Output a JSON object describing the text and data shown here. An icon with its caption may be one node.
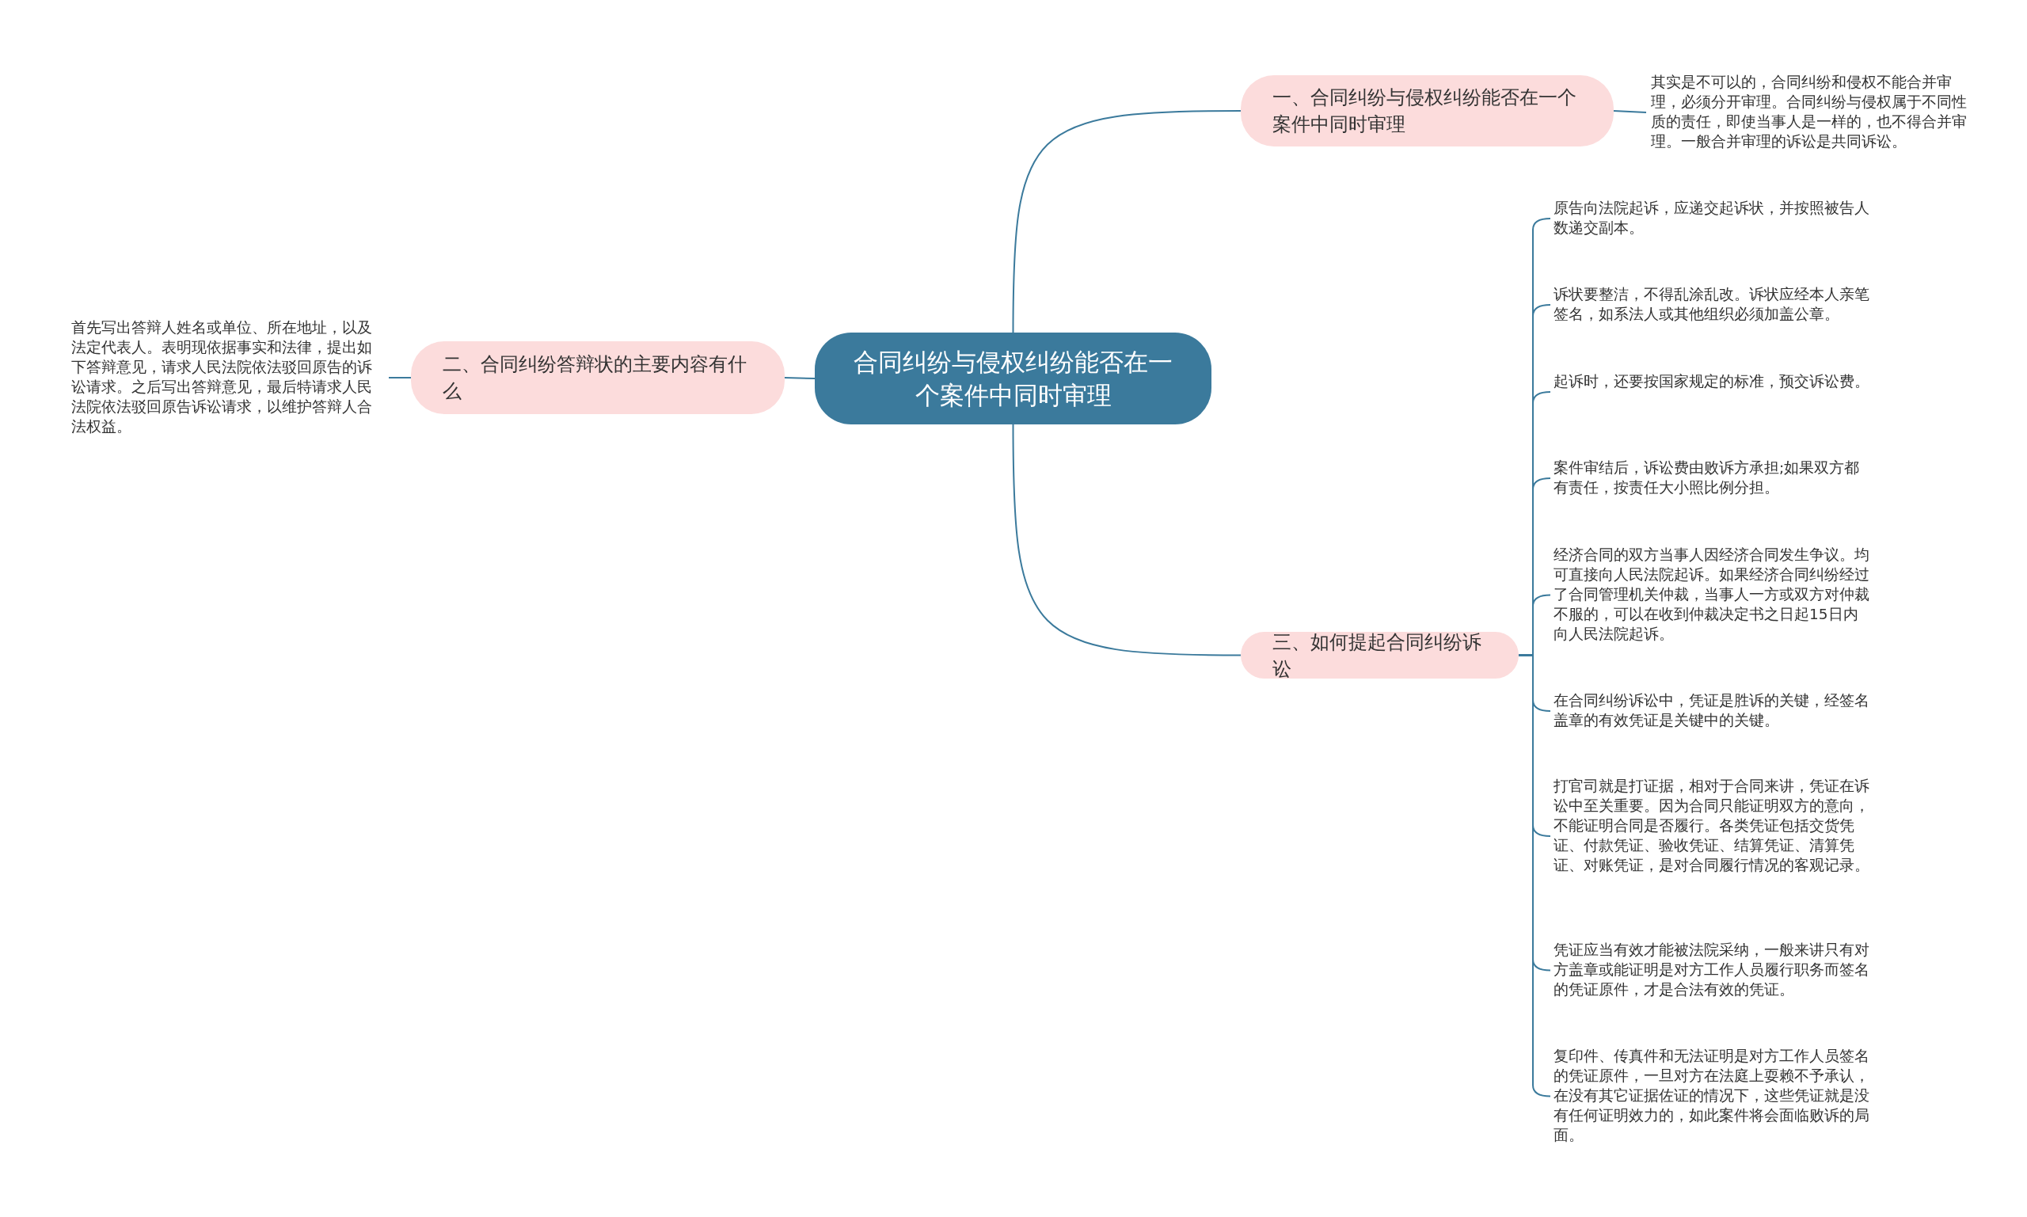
{
  "diagram": {
    "nodes": [
      {
        "text": [
          "合同纠纷与侵权纠纷能否在一个案件中同时审理"
        ]
      },
      {
        "text": [
          "一、合同纠纷与侵权纠纷能否在一个案件中同时审理"
        ]
      },
      {
        "text": [
          "其实是不可以的，合同纠纷和侵权不能合并审理，必须分开审理。合同纠纷与侵权属于不同性质的责任，即使当事人是一样的，也不得合并审理。一般合并审理的诉讼是共同诉讼。"
        ]
      },
      {
        "text": [
          "二、合同纠纷答辩状的主要内容有什么"
        ]
      },
      {
        "text": [
          "首先写出答辩人姓名或单位、所在地址，以及法定代表人。表明现依据事实和法律，提出如下答辩意见，请求人民法院依法驳回原告的诉讼请求。之后写出答辩意见，最后特请求人民法院依法驳回原告诉讼请求，以维护答辩人合法权益。"
        ]
      },
      {
        "text": [
          "三、如何提起合同纠纷诉讼"
        ]
      },
      {
        "text": [
          "原告向法院起诉，应递交起诉状，并按照被告人数递交副本。"
        ]
      },
      {
        "text": [
          "诉状要整洁，不得乱涂乱改。诉状应经本人亲笔签名，如系法人或其他组织必须加盖公章。"
        ]
      },
      {
        "text": [
          "起诉时，还要按国家规定的标准，预交诉讼费。"
        ]
      },
      {
        "text": [
          "案件审结后，诉讼费由败诉方承担;如果双方都有责任，按责任大小照比例分担。"
        ]
      },
      {
        "text": [
          "经济合同的双方当事人因经济合同发生争议。均可直接向人民法院起诉。如果经济合同纠纷经过了合同管理机关仲裁，当事人一方或双方对仲裁不服的，可以在收到仲裁决定书之日起15日内向人民法院起诉。"
        ]
      },
      {
        "text": [
          "在合同纠纷诉讼中，凭证是胜诉的关键，经签名盖章的有效凭证是关键中的关键。"
        ]
      },
      {
        "text": [
          "打官司就是打证据，相对于合同来讲，凭证在诉讼中至关重要。因为合同只能证明双方的意向，不能证明合同是否履行。各类凭证包括交货凭证、付款凭证、验收凭证、结算凭证、清算凭证、对账凭证，是对合同履行情况的客观记录。"
        ]
      },
      {
        "text": [
          "凭证应当有效才能被法院采纳，一般来讲只有对方盖章或能证明是对方工作人员履行职务而签名的凭证原件，才是合法有效的凭证。"
        ]
      },
      {
        "text": [
          "复印件、传真件和无法证明是对方工作人员签名的凭证原件，一旦对方在法庭上耍赖不予承认，在没有其它证据佐证的情况下，这些凭证就是没有任何证明效力的，如此案件将会面临败诉的局面。"
        ]
      }
    ],
    "edges": [
      {
        "from": 0,
        "to": 1,
        "arrow": "none"
      },
      {
        "from": 1,
        "to": 2,
        "arrow": "none"
      },
      {
        "from": 0,
        "to": 3,
        "arrow": "none"
      },
      {
        "from": 3,
        "to": 4,
        "arrow": "none"
      },
      {
        "from": 0,
        "to": 5,
        "arrow": "none"
      },
      {
        "from": 5,
        "to": 6,
        "arrow": "none"
      },
      {
        "from": 5,
        "to": 7,
        "arrow": "none"
      },
      {
        "from": 5,
        "to": 8,
        "arrow": "none"
      },
      {
        "from": 5,
        "to": 9,
        "arrow": "none"
      },
      {
        "from": 5,
        "to": 10,
        "arrow": "none"
      },
      {
        "from": 5,
        "to": 11,
        "arrow": "none"
      },
      {
        "from": 5,
        "to": 12,
        "arrow": "none"
      },
      {
        "from": 5,
        "to": 13,
        "arrow": "none"
      },
      {
        "from": 5,
        "to": 14,
        "arrow": "none"
      }
    ]
  }
}
